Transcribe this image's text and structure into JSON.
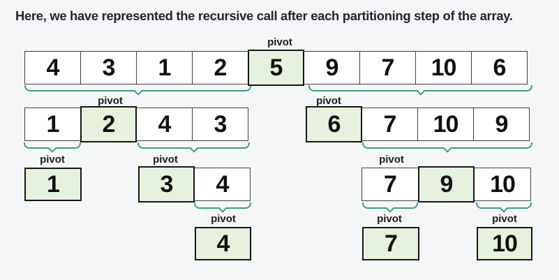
{
  "title": "Here, we have represented the recursive call after each partitioning step of the array.",
  "pivot_label": "pivot",
  "colors": {
    "background": "#f5f6f8",
    "cell_bg": "#ffffff",
    "cell_border": "#3f3f3f",
    "pivot_bg": "#e6f2de",
    "pivot_border": "#161616",
    "brace": "#38a07c",
    "text": "#25252d",
    "number": "#101010",
    "label": "#1b1b1b"
  },
  "arrays": {
    "level1": {
      "values": [
        "4",
        "3",
        "1",
        "2",
        "5",
        "9",
        "7",
        "10",
        "6"
      ],
      "pivot_index": 4
    },
    "level2_left": {
      "values": [
        "1",
        "2",
        "4",
        "3"
      ],
      "pivot_index": 1
    },
    "level2_right": {
      "values": [
        "6",
        "7",
        "10",
        "9"
      ],
      "pivot_index": 0
    },
    "level3_single_1": {
      "values": [
        "1"
      ],
      "pivot_index": 0
    },
    "level3_pair": {
      "values": [
        "3",
        "4"
      ],
      "pivot_index": 0
    },
    "level3_triple": {
      "values": [
        "7",
        "9",
        "10"
      ],
      "pivot_index": 1
    },
    "level4_single_4": {
      "values": [
        "4"
      ],
      "pivot_index": 0
    },
    "level4_single_7": {
      "values": [
        "7"
      ],
      "pivot_index": 0
    },
    "level4_single_10": {
      "values": [
        "10"
      ],
      "pivot_index": 0
    }
  }
}
